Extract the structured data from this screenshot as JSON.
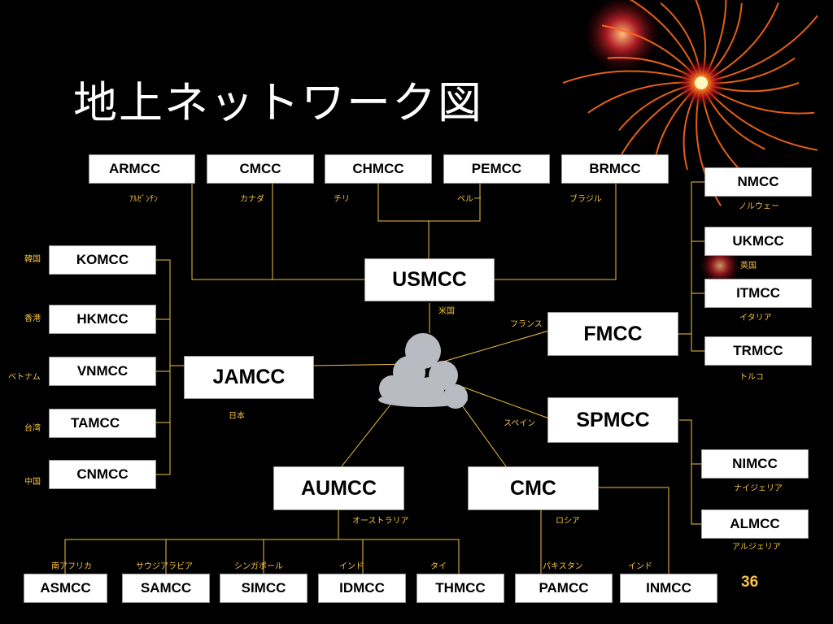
{
  "slide": {
    "title": "地上ネットワーク図",
    "page_number": "36"
  },
  "centers": {
    "usmcc": {
      "name": "USMCC",
      "country": "米国"
    },
    "fmcc": {
      "name": "FMCC",
      "country": "フランス"
    },
    "spmcc": {
      "name": "SPMCC",
      "country": "スペイン"
    },
    "jamcc": {
      "name": "JAMCC",
      "country": "日本"
    },
    "aumcc": {
      "name": "AUMCC",
      "country": "オーストラリア"
    },
    "cmc": {
      "name": "CMC",
      "country": "ロシア"
    },
    "armcc": {
      "name": "ARMCC",
      "country": "ｱﾙｾﾞﾝﾁﾝ"
    },
    "cmcc": {
      "name": "CMCC",
      "country": "カナダ"
    },
    "chmcc": {
      "name": "CHMCC",
      "country": "チリ"
    },
    "pemcc": {
      "name": "PEMCC",
      "country": "ペルー"
    },
    "brmcc": {
      "name": "BRMCC",
      "country": "ブラジル"
    },
    "nmcc": {
      "name": "NMCC",
      "country": "ノルウェー"
    },
    "ukmcc": {
      "name": "UKMCC",
      "country": "英国"
    },
    "itmcc": {
      "name": "ITMCC",
      "country": "イタリア"
    },
    "trmcc": {
      "name": "TRMCC",
      "country": "トルコ"
    },
    "nimcc": {
      "name": "NIMCC",
      "country": "ナイジェリア"
    },
    "almcc": {
      "name": "ALMCC",
      "country": "アルジェリア"
    },
    "komcc": {
      "name": "KOMCC",
      "country": "韓国"
    },
    "hkmcc": {
      "name": "HKMCC",
      "country": "香港"
    },
    "vnmcc": {
      "name": "VNMCC",
      "country": "ベトナム"
    },
    "tamcc": {
      "name": "TAMCC",
      "country": "台湾"
    },
    "cnmcc": {
      "name": "CNMCC",
      "country": "中国"
    },
    "asmcc": {
      "name": "ASMCC",
      "country": "南アフリカ"
    },
    "samcc": {
      "name": "SAMCC",
      "country": "サウジアラビア"
    },
    "simcc": {
      "name": "SIMCC",
      "country": "シンガポール"
    },
    "idmcc": {
      "name": "IDMCC",
      "country": "インド"
    },
    "thmcc": {
      "name": "THMCC",
      "country": "タイ"
    },
    "pamcc": {
      "name": "PAMCC",
      "country": "パキスタン"
    },
    "inmcc": {
      "name": "INMCC",
      "country": "インド"
    }
  },
  "colors": {
    "background": "#000000",
    "box": "#ffffff",
    "line": "#f5c242",
    "label": "#f5c242",
    "cloud": "#b8bcc2"
  }
}
